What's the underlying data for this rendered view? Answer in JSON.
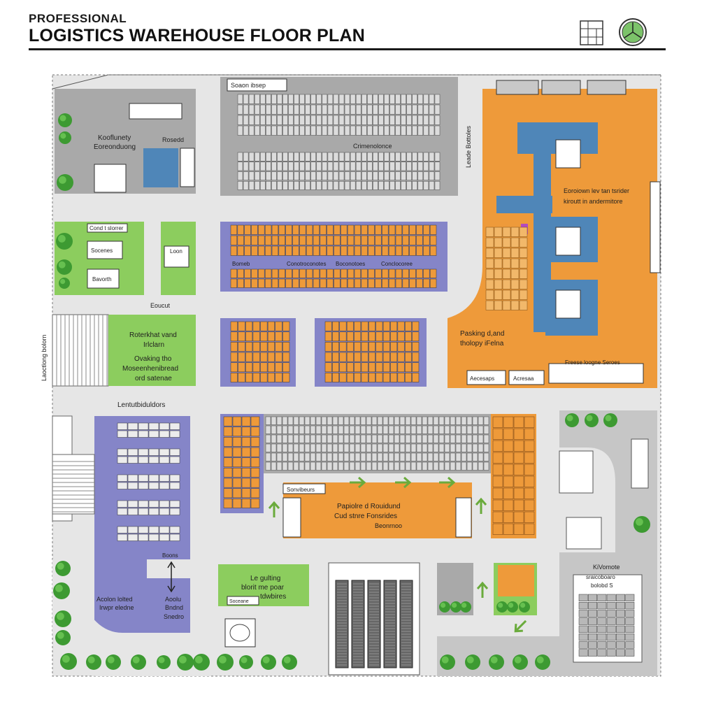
{
  "header": {
    "subtitle": "PROFESSIONAL",
    "title": "LOGISTICS WAREHOUSE FLOOR PLAN"
  },
  "icons": {
    "plan": "floor-plan-icon",
    "compass": "compass-icon",
    "tree": "tree-icon",
    "arrow": "direction-arrow-icon"
  },
  "colors": {
    "road": "#e6e6e6",
    "building_gray": "#a9a9a9",
    "storage_orange": "#ee9a3a",
    "storage_purple": "#8585c8",
    "green_zone": "#8ccd5e",
    "office_blue": "#4f86b8",
    "tree": "#3d9a32",
    "arrow": "#6aab3c"
  },
  "labels": {
    "top_left_1": "Kooflunety",
    "top_left_2": "Eoreonduong",
    "top_left_office": "Rosedd",
    "top_storage": "Soaon ibsep",
    "top_storage_mid": "Crimenolonce",
    "right_side_vertical": "Leade Bottoles",
    "orange_zone_1": "Eoroiown lev tan tsrider",
    "orange_zone_2": "kiroutt in andermitore",
    "green_small_1": "Cond t slorrer",
    "green_small_2": "Socenes",
    "green_small_3": "Bavorth",
    "green_small_4": "Loon",
    "purple_row_1": "Bomeb",
    "purple_row_2": "Conotroconotes",
    "purple_row_3": "Boconotoes",
    "purple_row_4": "Conclocoree",
    "middle_label": "Eoucut",
    "left_vertical": "Laoctlong bolorn",
    "green_mid_1": "Roterkhat vand",
    "green_mid_2": "Irlclarn",
    "green_mid_3": "Ovaking tho",
    "green_mid_4": "Moseenhenibread",
    "green_mid_5": "ord satenae",
    "packing_1": "Pasking d,and",
    "packing_2": "tholopy iFelna",
    "dock_1": "Freese loogne Seroes",
    "dock_2": "Aecesaps",
    "dock_3": "Acresaa",
    "left_lower_title": "Lentutbiduldors",
    "purple_lower_1": "Boons",
    "purple_lower_2": "Acolon lolted",
    "purple_lower_3": "Irwpr eledne",
    "purple_lower_4": "Aoolu",
    "purple_lower_5": "Bndnd",
    "purple_lower_6": "Snedro",
    "service": "Sonvibeurs",
    "orange_center_1": "Papiolre d Rouidund",
    "orange_center_2": "Cud stnre Fonsrides",
    "orange_center_3": "Beonrnoo",
    "green_lower_1": "Le gulting",
    "green_lower_2": "blorit me poar",
    "green_lower_3": "tdwbires",
    "green_lower_4": "Soceane",
    "right_lower_1": "KiVomote",
    "right_lower_2": "sraicoboaro",
    "right_lower_3": "bolobd S"
  }
}
